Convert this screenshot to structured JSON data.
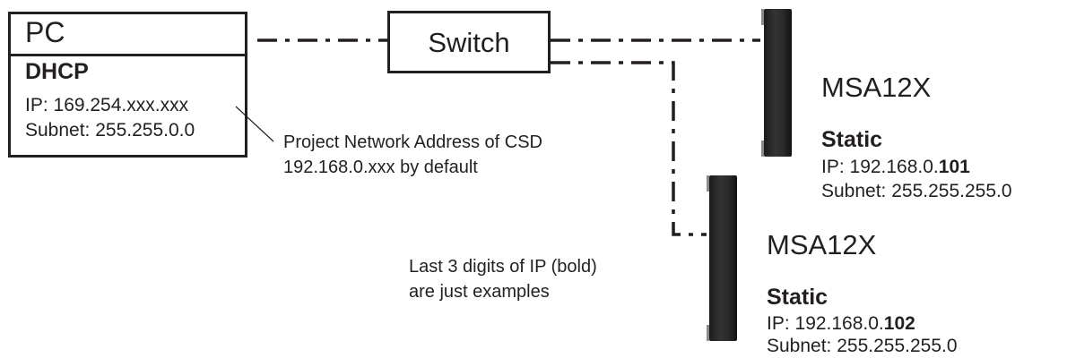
{
  "pc": {
    "title": "PC",
    "mode": "DHCP",
    "ip": "IP: 169.254.xxx.xxx",
    "subnet": "Subnet: 255.255.0.0"
  },
  "switch": {
    "label": "Switch"
  },
  "device1": {
    "name": "MSA12X",
    "mode": "Static",
    "ip_prefix": "IP: 192.168.0.",
    "ip_suffix": "101",
    "subnet": "Subnet: 255.255.255.0"
  },
  "device2": {
    "name": "MSA12X",
    "mode": "Static",
    "ip_prefix": "IP: 192.168.0.",
    "ip_suffix": "102",
    "subnet": "Subnet: 255.255.255.0"
  },
  "notes": {
    "network_line1": "Project Network Address of CSD",
    "network_line2": "192.168.0.xxx by default",
    "digits_line1": "Last 3 digits of IP (bold)",
    "digits_line2": "are just examples"
  }
}
